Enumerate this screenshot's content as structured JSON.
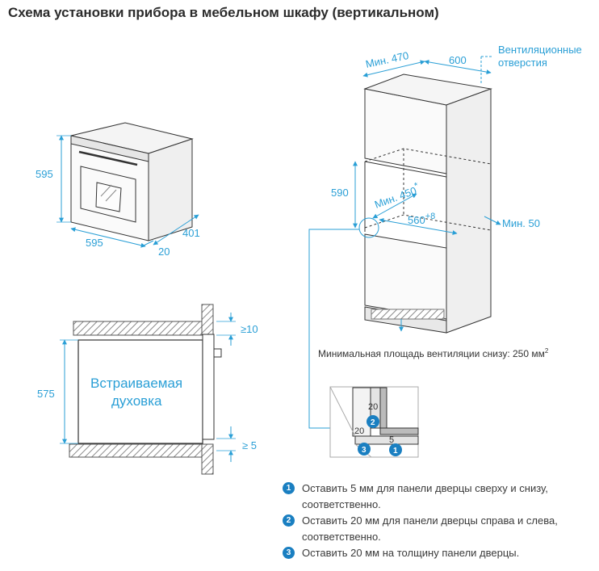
{
  "title": "Схема установки прибора в мебельном шкафу (вертикальном)",
  "colors": {
    "dimension": "#2a9fd6",
    "badge": "#1a7fc1",
    "line": "#333333",
    "hatch": "#999999"
  },
  "oven_view": {
    "height_label": "595",
    "width_label": "595",
    "depth_label": "401",
    "offset_label": "20"
  },
  "side_section": {
    "height_label": "575",
    "top_gap_label": "≥10",
    "bottom_gap_label": "≥ 5",
    "oven_label_line1": "Встраиваемая",
    "oven_label_line2": "духовка"
  },
  "cabinet": {
    "min_depth_label": "Мин. 470",
    "width_label": "600",
    "vent_label_line1": "Вентиляционные",
    "vent_label_line2": "отверстия",
    "niche_height_label": "590",
    "niche_depth_label": "Мин. 450",
    "niche_depth_sup": "*",
    "niche_width_label": "560",
    "niche_width_sup": "+8",
    "min_gap_label": "Мин. 50",
    "vent_area_label": "Минимальная площадь вентиляции снизу: 250 мм",
    "vent_area_sup": "2"
  },
  "detail": {
    "label_20_top": "20",
    "label_20_left": "20",
    "label_5": "5",
    "badge_1": "1",
    "badge_2": "2",
    "badge_3": "3"
  },
  "notes": [
    {
      "number": "1",
      "text": "Оставить 5 мм для панели дверцы сверху и снизу, соответственно."
    },
    {
      "number": "2",
      "text": "Оставить 20 мм для панели дверцы справа и слева, соответственно."
    },
    {
      "number": "3",
      "text": "Оставить 20 мм на толщину панели дверцы."
    }
  ]
}
